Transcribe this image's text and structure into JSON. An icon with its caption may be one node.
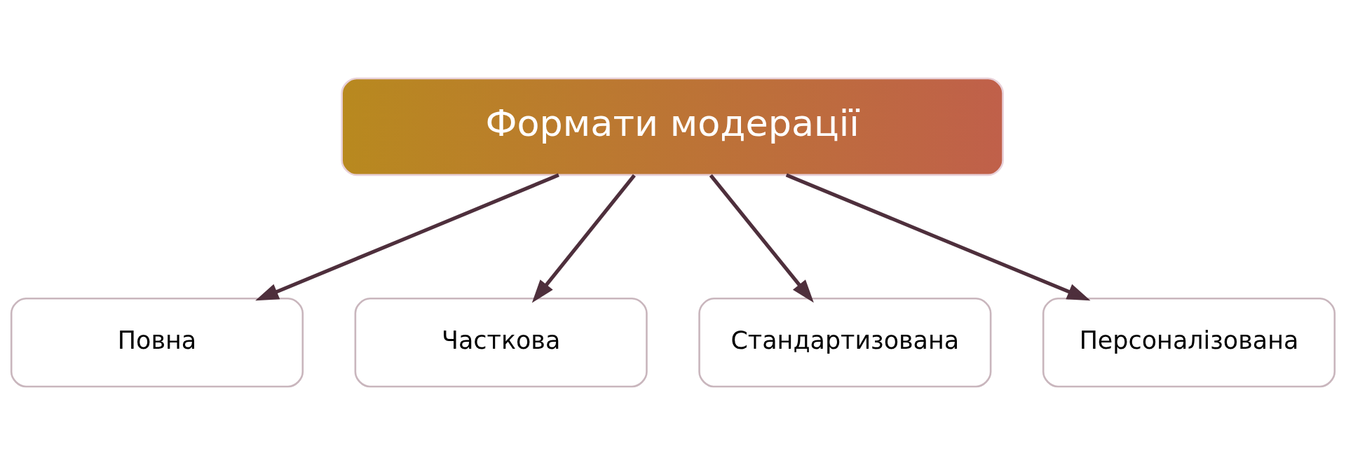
{
  "diagram": {
    "nodes": [
      {
        "text": [
          "Формати модерації"
        ]
      },
      {
        "text": [
          "Повна"
        ]
      },
      {
        "text": [
          "Часткова"
        ]
      },
      {
        "text": [
          "Стандартизована"
        ]
      },
      {
        "text": [
          "Персоналізована"
        ]
      }
    ],
    "edges": [
      {
        "from": 0,
        "to": 1,
        "arrow": "to"
      },
      {
        "from": 0,
        "to": 2,
        "arrow": "to"
      },
      {
        "from": 0,
        "to": 3,
        "arrow": "to"
      },
      {
        "from": 0,
        "to": 4,
        "arrow": "to"
      }
    ]
  }
}
